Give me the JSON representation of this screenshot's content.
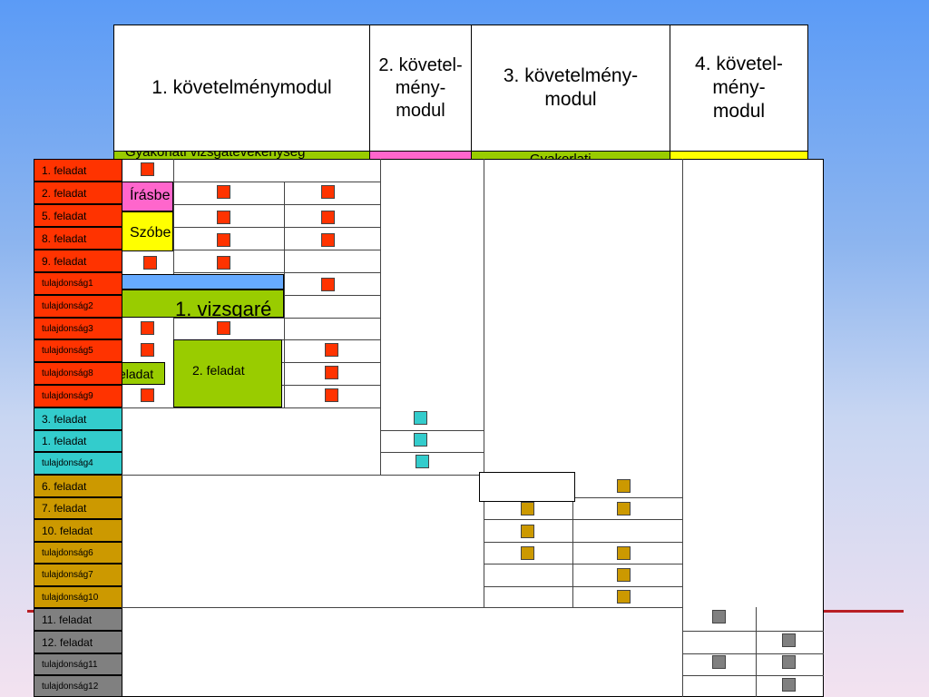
{
  "headers": {
    "mod1": "1. követelménymodul",
    "mod2": "2. követel-mény-modul",
    "mod3": "3. követelmény-modul",
    "mod4": "4. követel-mény-modul"
  },
  "strips": {
    "strip1": "Gyakorlati vizsgatevékenység",
    "strip3": "Gyakorlati"
  },
  "overlay": {
    "irasbeli": "Írásbe",
    "szobeli": "Szóbe",
    "vizsgaresz": "1. vizsgaré",
    "feladat_green": "2. feladat",
    "feladat_cut": "eladat"
  },
  "rows": [
    {
      "label": "1. feladat",
      "group": "red"
    },
    {
      "label": "2. feladat",
      "group": "red"
    },
    {
      "label": "5. feladat",
      "group": "red"
    },
    {
      "label": "8. feladat",
      "group": "red"
    },
    {
      "label": "9. feladat",
      "group": "red"
    },
    {
      "label": "tulajdonság1",
      "group": "red"
    },
    {
      "label": "tulajdonság2",
      "group": "red"
    },
    {
      "label": "tulajdonság3",
      "group": "red"
    },
    {
      "label": "tulajdonság5",
      "group": "red"
    },
    {
      "label": "tulajdonság8",
      "group": "red"
    },
    {
      "label": "tulajdonság9",
      "group": "red"
    },
    {
      "label": "3. feladat",
      "group": "cyan"
    },
    {
      "label": "1. feladat",
      "group": "cyan"
    },
    {
      "label": "tulajdonság4",
      "group": "cyan"
    },
    {
      "label": "6. feladat",
      "group": "gold"
    },
    {
      "label": "7. feladat",
      "group": "gold"
    },
    {
      "label": "10. feladat",
      "group": "gold"
    },
    {
      "label": "tulajdonság6",
      "group": "gold"
    },
    {
      "label": "tulajdonság7",
      "group": "gold"
    },
    {
      "label": "tulajdonság10",
      "group": "gold"
    },
    {
      "label": "11. feladat",
      "group": "gray"
    },
    {
      "label": "12. feladat",
      "group": "gray"
    },
    {
      "label": "tulajdonság11",
      "group": "gray"
    },
    {
      "label": "tulajdonság12",
      "group": "gray"
    }
  ],
  "colors": {
    "red": "#ff3300",
    "cyan": "#33cccc",
    "gold": "#cc9900",
    "gray": "#808080",
    "pink": "#ff66cc",
    "lime": "#99cc00",
    "yellow": "#ffff00",
    "lightblue": "#66aaff"
  }
}
